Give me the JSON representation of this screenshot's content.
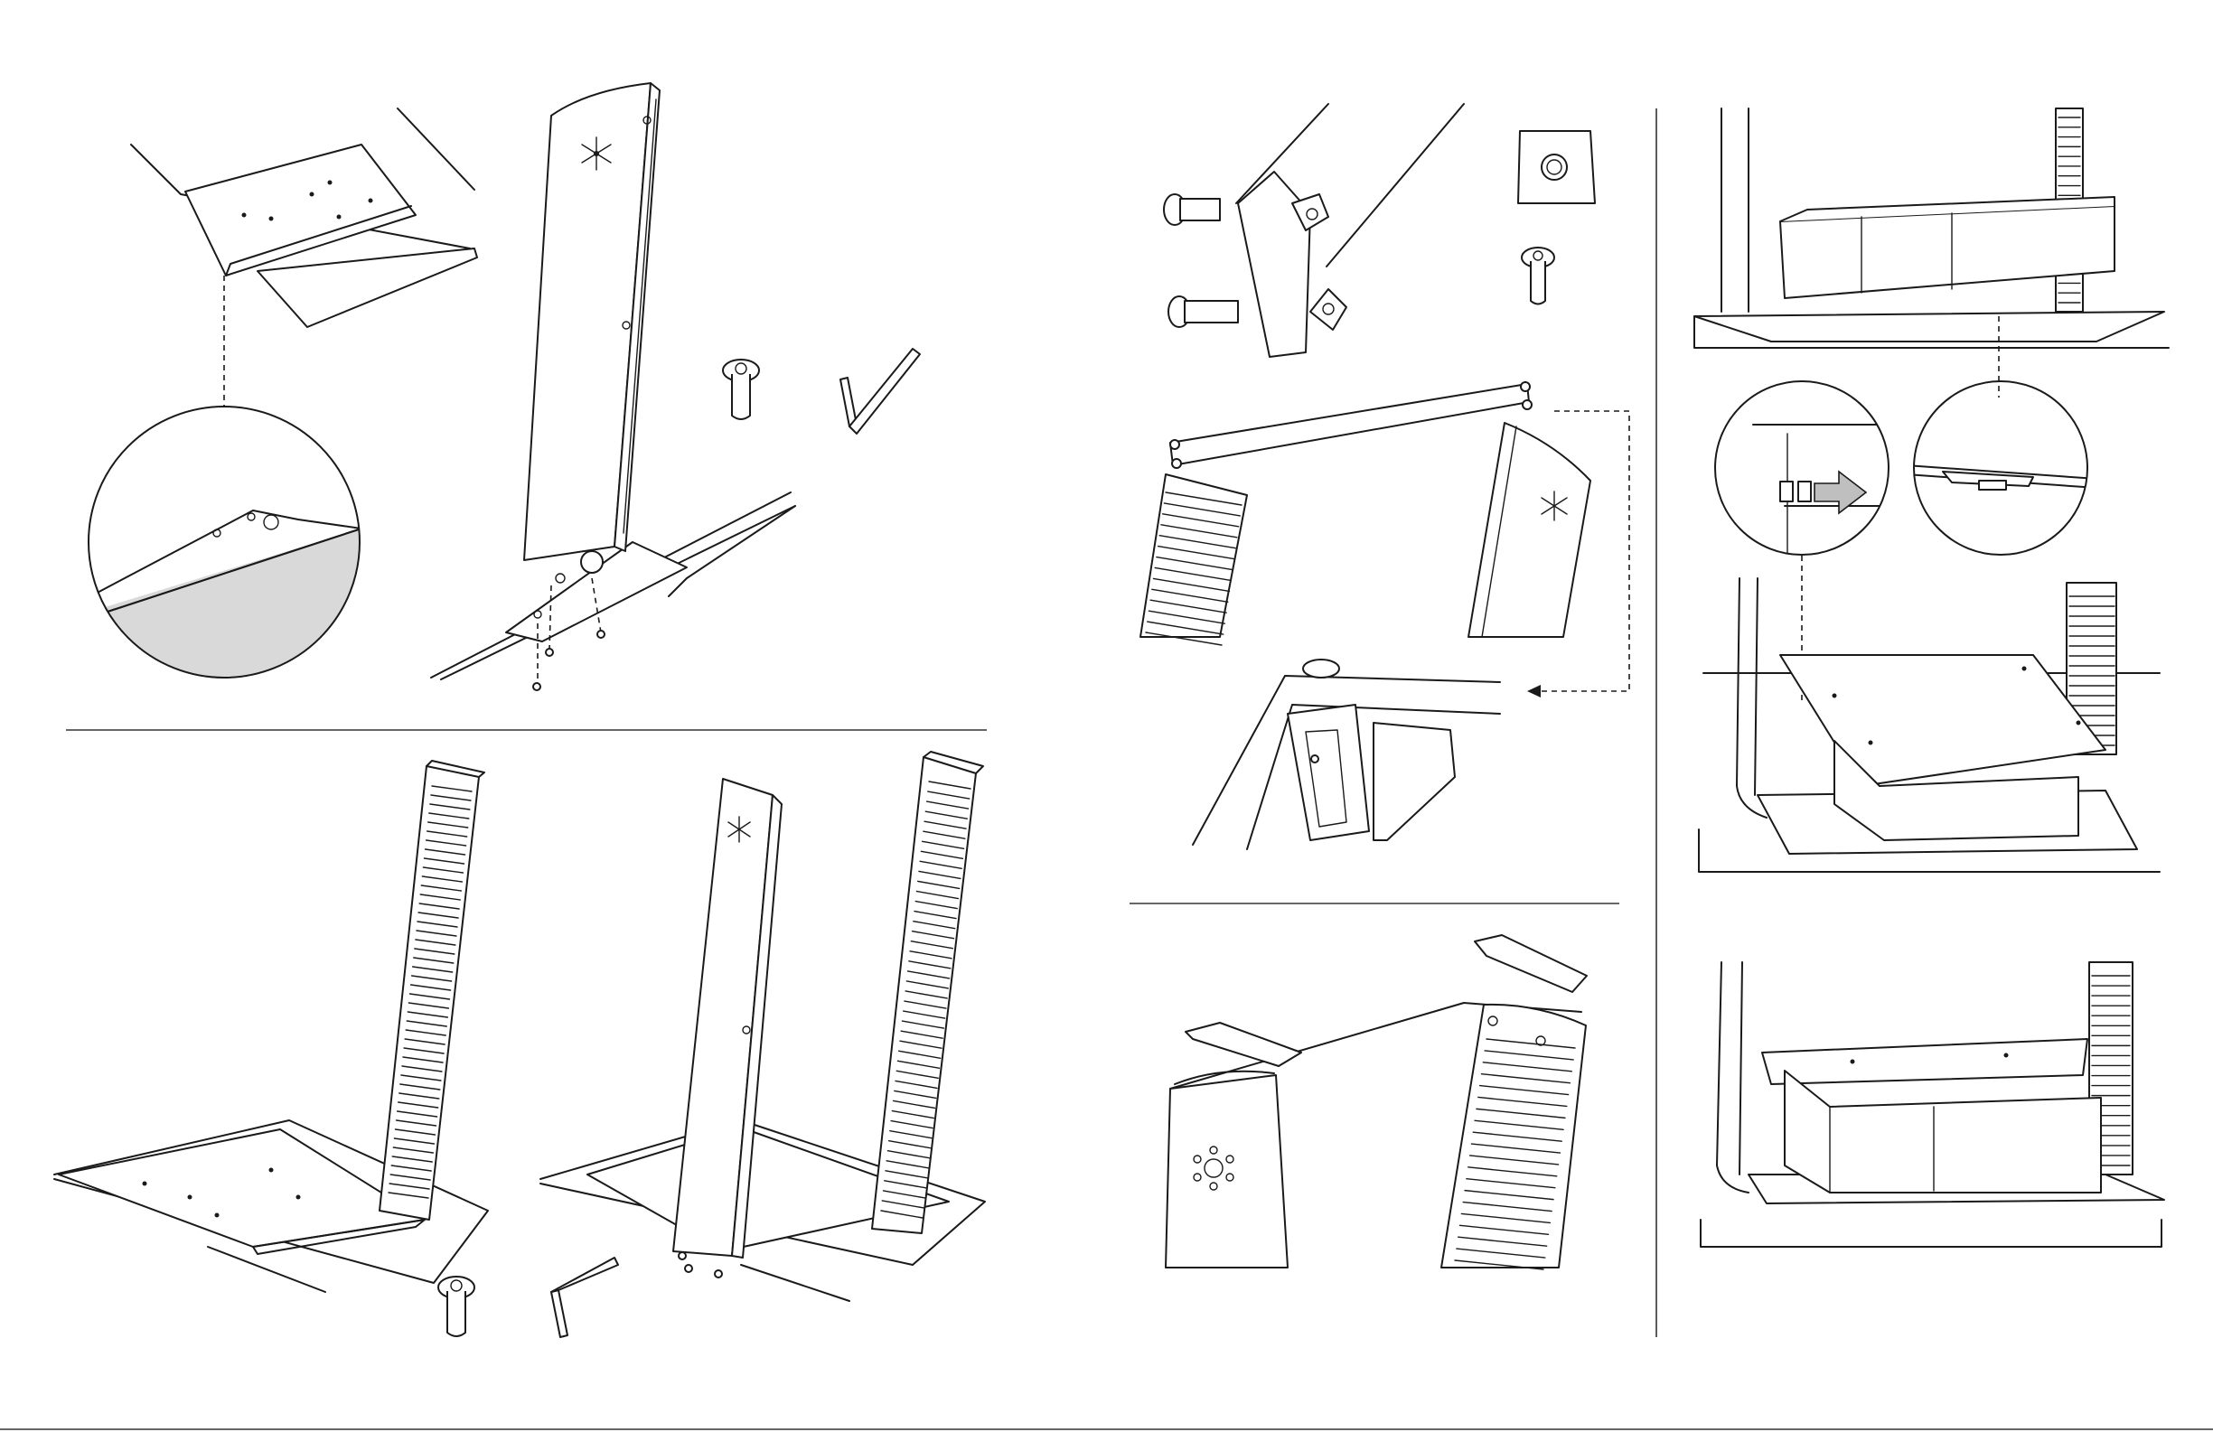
{
  "document": {
    "type": "assembly-instructions",
    "panels": [
      {
        "id": "panel-1",
        "name": "base-plate-callout"
      },
      {
        "id": "panel-2",
        "name": "side-panel-mount"
      },
      {
        "id": "panel-3",
        "name": "rear-rib-panel-mount"
      },
      {
        "id": "panel-4",
        "name": "second-side-panel-mount"
      },
      {
        "id": "panel-5",
        "name": "knob-hardware"
      },
      {
        "id": "panel-6",
        "name": "top-bar-detail"
      },
      {
        "id": "panel-7",
        "name": "top-caps"
      },
      {
        "id": "panel-8",
        "name": "module-insertion"
      },
      {
        "id": "panel-9",
        "name": "module-installed"
      }
    ],
    "hardware": {
      "screw_icon": "screw-icon",
      "hex_key_icon": "hex-key-icon",
      "knob_icon": "knob-icon",
      "bolt_icon": "bolt-icon"
    },
    "colors": {
      "line": "#1a1a1a",
      "shade": "#d9d9d9",
      "background": "#ffffff"
    }
  }
}
